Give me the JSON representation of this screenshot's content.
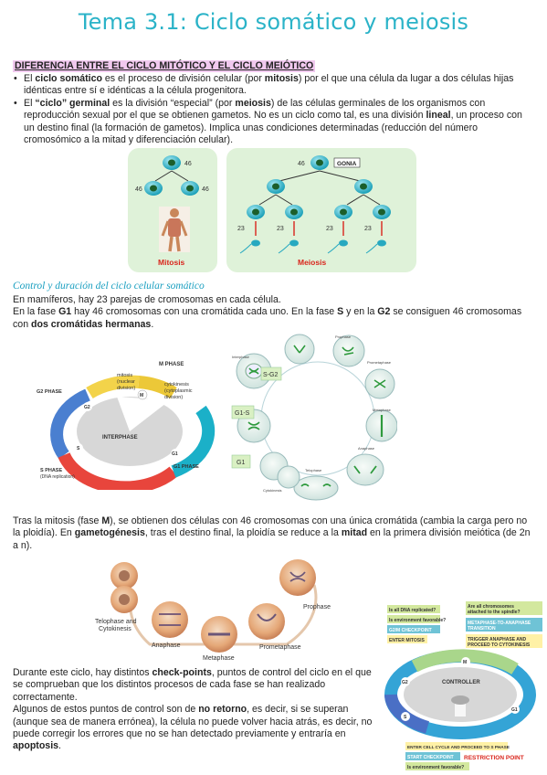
{
  "title": "Tema 3.1: Ciclo somático y meiosis",
  "section_heading": "DIFERENCIA ENTRE EL CICLO MITÓTICO Y EL CICLO MEIÓTICO",
  "bullets": [
    {
      "s1": "El ",
      "b1": "ciclo somático",
      "s2": " es el proceso de división celular (por ",
      "b2": "mitosis",
      "s3": ") por el que una célula da lugar a dos células hijas idénticas entre sí e idénticas a la célula progenitora."
    },
    {
      "s1": "El ",
      "b1": "“ciclo” germinal",
      "s2": " es la división “especial” (por ",
      "b2": "meiosis",
      "s3": ") de las células germinales de los organismos con reproducción sexual por el que se obtienen gametos. No es un ciclo como tal, es una división ",
      "b3": "lineal",
      "s4": ", un proceso con un destino final (la formación de gametos). Implica unas condiciones determinadas (reducción del número cromosómico a la mitad y diferenciación celular)."
    }
  ],
  "fig1": {
    "mitosis_label": "Mitosis",
    "meiosis_label": "Meiosis",
    "n46": "46",
    "n23": "23",
    "gonia": "GONIA"
  },
  "subsection": "Control y duración del ciclo celular somático",
  "para1": {
    "l1": "En mamíferos, hay 23 parejas de cromosomas en cada célula.",
    "s1": "En la fase ",
    "b1": "G1",
    "s2": " hay 46 cromosomas con una cromátida cada uno. En la fase ",
    "b2": "S",
    "s3": " y en la ",
    "b3": "G2",
    "s4": " se consiguen 46 cromosomas con ",
    "b4": "dos cromátidas hermanas",
    "s5": "."
  },
  "fig2": {
    "m_phase": "M PHASE",
    "mitosis": "mitosis",
    "nuclear": "(nuclear",
    "division": "division)",
    "cytokinesis": "cytokinesis",
    "cytoplasmic": "(cytoplasmic",
    "division2": "division)",
    "m": "M",
    "g2_phase": "G2 PHASE",
    "g2": "G2",
    "interphase": "INTERPHASE",
    "s": "S",
    "g1": "G1",
    "s_phase": "S PHASE",
    "dna_rep": "(DNA replication)",
    "g1_phase": "G1 PHASE"
  },
  "fig3": {
    "sg2": "S-G2",
    "g1s": "G1-S",
    "g1": "G1",
    "interphase": "Interphase",
    "prophase": "Prophase",
    "prometaphase": "Prometaphase",
    "metaphase": "Metaphase",
    "anaphase": "Anaphase",
    "telophase": "Telophase",
    "cytokinesis": "Cytokinesis"
  },
  "para2": {
    "s1": "Tras la mitosis (fase ",
    "b1": "M",
    "s2": "), se obtienen dos células con 46 cromosomas con una única cromátida (cambia la carga pero no la ploidía). En ",
    "b2": "gametogénesis",
    "s3": ", tras el destino final, la ploidía se reduce a la ",
    "b3": "mitad",
    "s4": " en la primera división meiótica (de 2n a n)."
  },
  "fig4": {
    "prophase": "Prophase",
    "prometaphase": "Prometaphase",
    "metaphase": "Metaphase",
    "anaphase": "Anaphase",
    "telophase": "Telophase and",
    "cytokinesis": "Cytokinesis"
  },
  "fig5": {
    "q1": "Is all DNA replicated?",
    "q2": "Is environment favorable?",
    "g2m": "G2/M CHECKPOINT",
    "enter_mitosis": "ENTER MITOSIS",
    "q3": "Are all chromosomes",
    "q3b": "attached to the spindle?",
    "meta_ana": "METAPHASE-TO-ANAPHASE",
    "transition": "TRANSITION",
    "trigger": "TRIGGER ANAPHASE AND",
    "proceed": "PROCEED TO CYTOKINESIS",
    "controller": "CONTROLLER",
    "m": "M",
    "g2": "G2",
    "s": "S",
    "g1": "G1",
    "enter_cycle": "ENTER CELL CYCLE AND PROCEED TO S PHASE",
    "start": "START CHECKPOINT",
    "restriction": "RESTRICTION POINT",
    "q4": "Is environment favorable?"
  },
  "para3": {
    "s1": "Durante este ciclo, hay distintos ",
    "b1": "check-points",
    "s2": ", puntos de control del ciclo en el que se comprueban que los distintos procesos de cada fase se han realizado correctamente.",
    "s3": "Algunos de estos puntos de control son de ",
    "b2": "no retorno",
    "s4": ", es decir, si se superan (aunque sea de manera errónea), la célula no puede volver hacia atrás, es decir, no puede corregir los errores que no se han detectado previamente y entraría en ",
    "b3": "apoptosis",
    "s5": "."
  }
}
